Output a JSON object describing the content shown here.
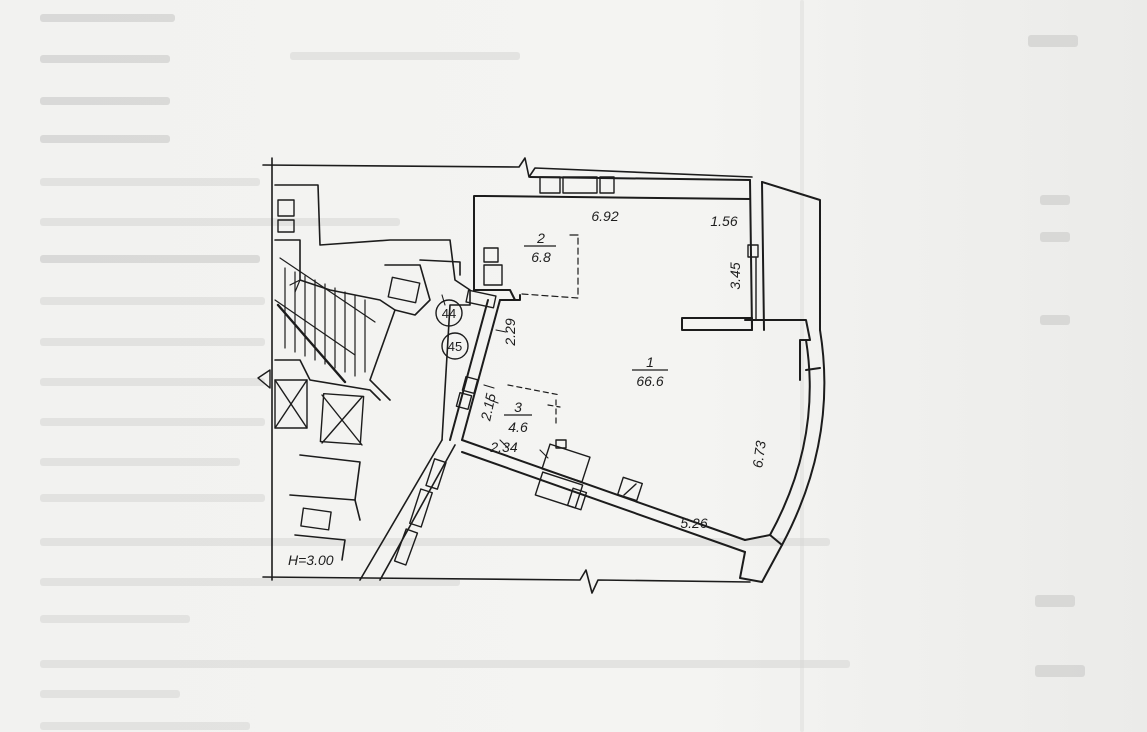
{
  "plan": {
    "height_note": "H=3.00",
    "rooms": [
      {
        "number": "1",
        "area": "66.6"
      },
      {
        "number": "2",
        "area": "6.8"
      },
      {
        "number": "3",
        "area": "4.6"
      }
    ],
    "dimensions": [
      "6.92",
      "1.56",
      "3.45",
      "2.29",
      "2.15",
      "2.34",
      "6.73",
      "5.26"
    ],
    "markers": [
      "44",
      "45"
    ]
  }
}
